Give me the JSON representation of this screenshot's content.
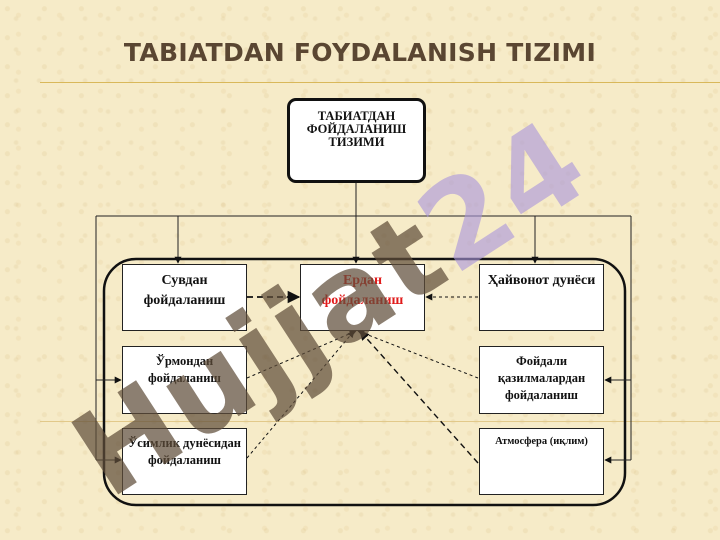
{
  "title": "TABIATDAN FOYDALANISH TIZIMI",
  "root": "ТАБИАТДАН ФОЙДАЛАНИШ ТИЗИМИ",
  "nodes": {
    "water": "Сувдан фойдаланиш",
    "land": "Ердан фойдаланиш",
    "animals": "Ҳайвонот дунёси",
    "forest": "Ўрмондан фойдаланиш",
    "minerals": "Фойдали қазилмалардан фойдаланиш",
    "plants": "Ўсимлик дунёсидан фойдаланиш",
    "atmosphere": "Атмосфера (иқлим)"
  },
  "watermark": {
    "part1": "Hujjat",
    "part2": "24"
  },
  "colors": {
    "title": "#5a4632",
    "highlight": "#e01b1b",
    "rule": "#d9b85a"
  }
}
